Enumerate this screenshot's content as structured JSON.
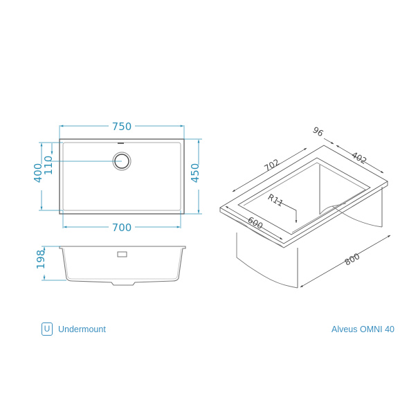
{
  "top_view": {
    "width_outer": "750",
    "width_inner": "700",
    "height_outer": "450",
    "height_inner": "400",
    "drain_offset": "110"
  },
  "side_view": {
    "depth": "198"
  },
  "iso_view": {
    "dim_rim": "96",
    "dim_width": "402",
    "dim_length": "702",
    "dim_radius": "R11",
    "dim_counter_depth": "600",
    "dim_cabinet": "800"
  },
  "footer": {
    "mount_icon_letter": "U",
    "mount_label": "Undermount",
    "model_name": "Alveus OMNI 40"
  },
  "colors": {
    "dimension": "#2a8fb5",
    "outline": "#555555",
    "brand": "#3b8fbf"
  }
}
